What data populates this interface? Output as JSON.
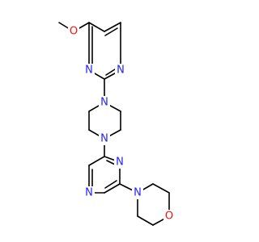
{
  "colors": {
    "bond": "#000000",
    "nitrogen": "#2323ff",
    "oxygen": "#ff0d0d"
  },
  "atoms": {
    "methoxy_o": "O",
    "pyr1_n_a": "N",
    "pyr1_n_b": "N",
    "pip_n_top": "N",
    "pip_n_bottom": "N",
    "pyr2_n_a": "N",
    "pyr2_n_b": "N",
    "morph_n": "N",
    "morph_o": "O"
  }
}
